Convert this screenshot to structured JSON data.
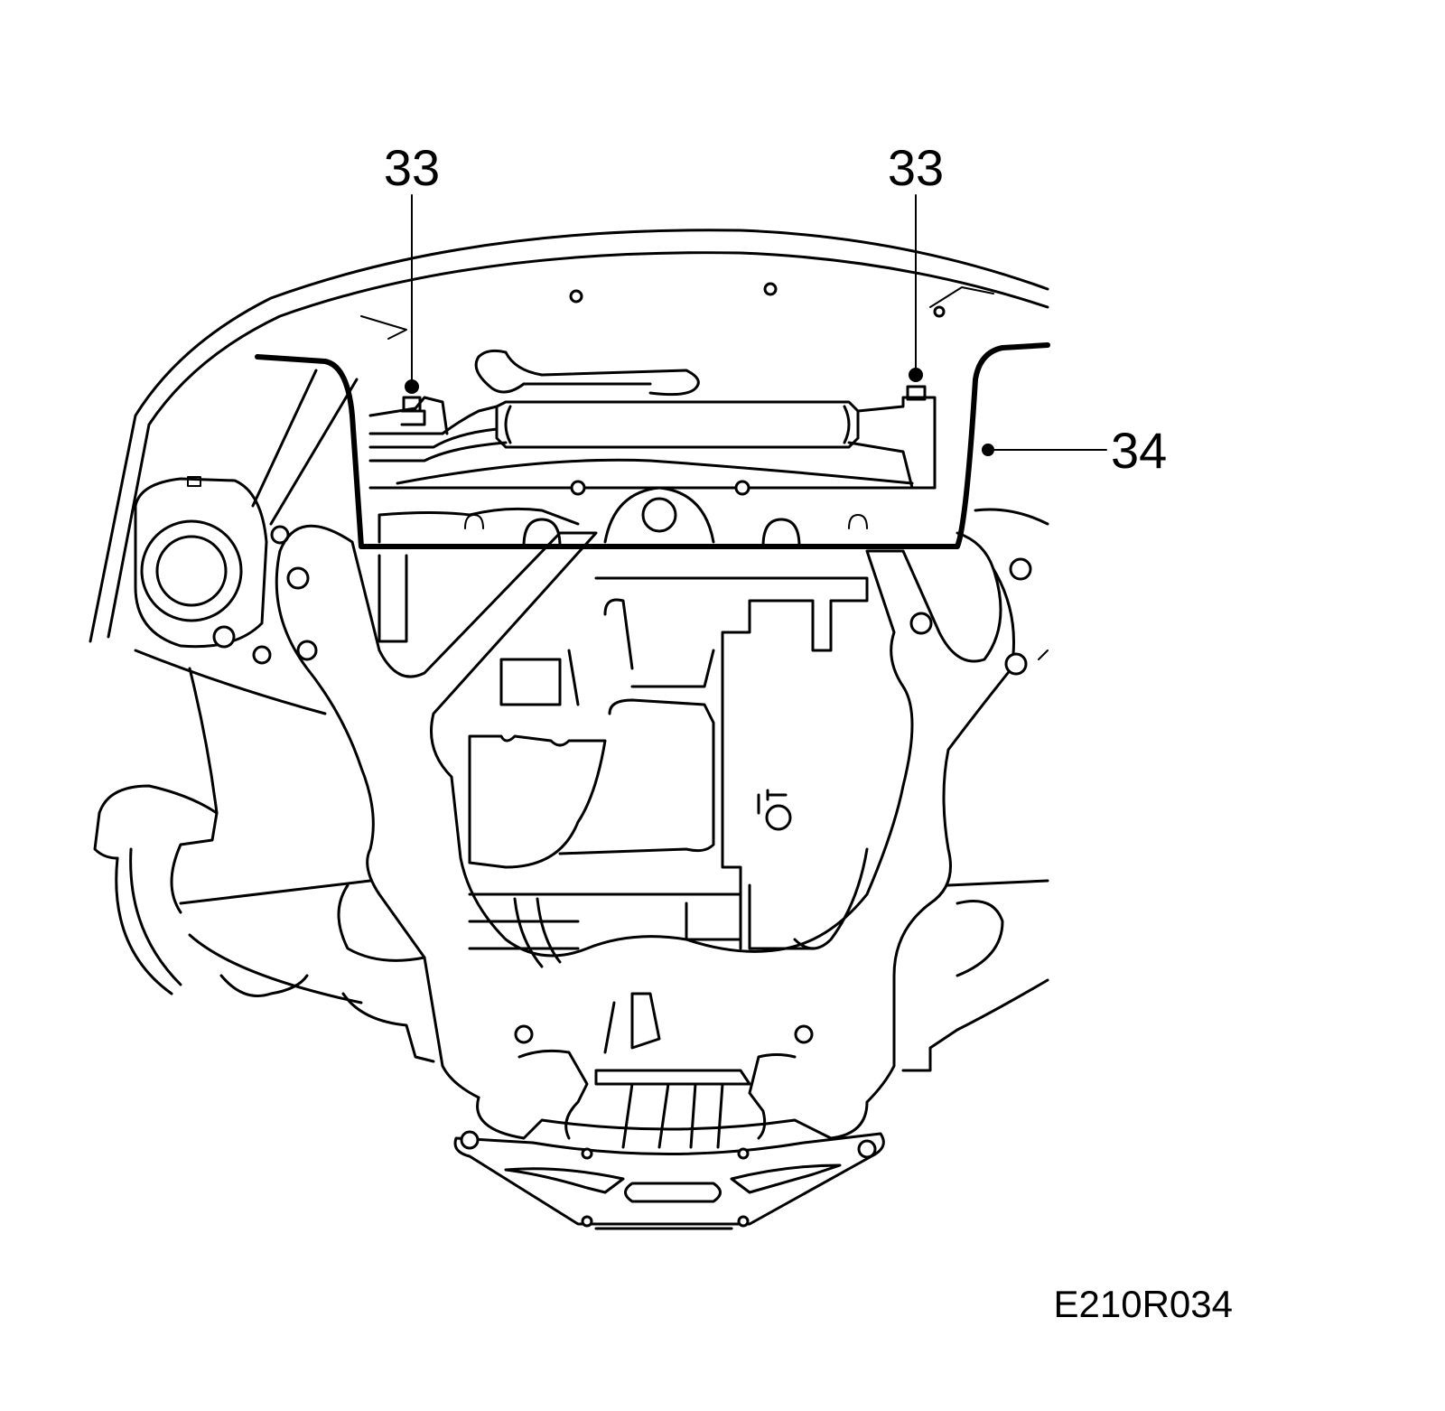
{
  "callouts": {
    "left": "33",
    "right": "33",
    "side": "34"
  },
  "figure_ref": "E210R034"
}
